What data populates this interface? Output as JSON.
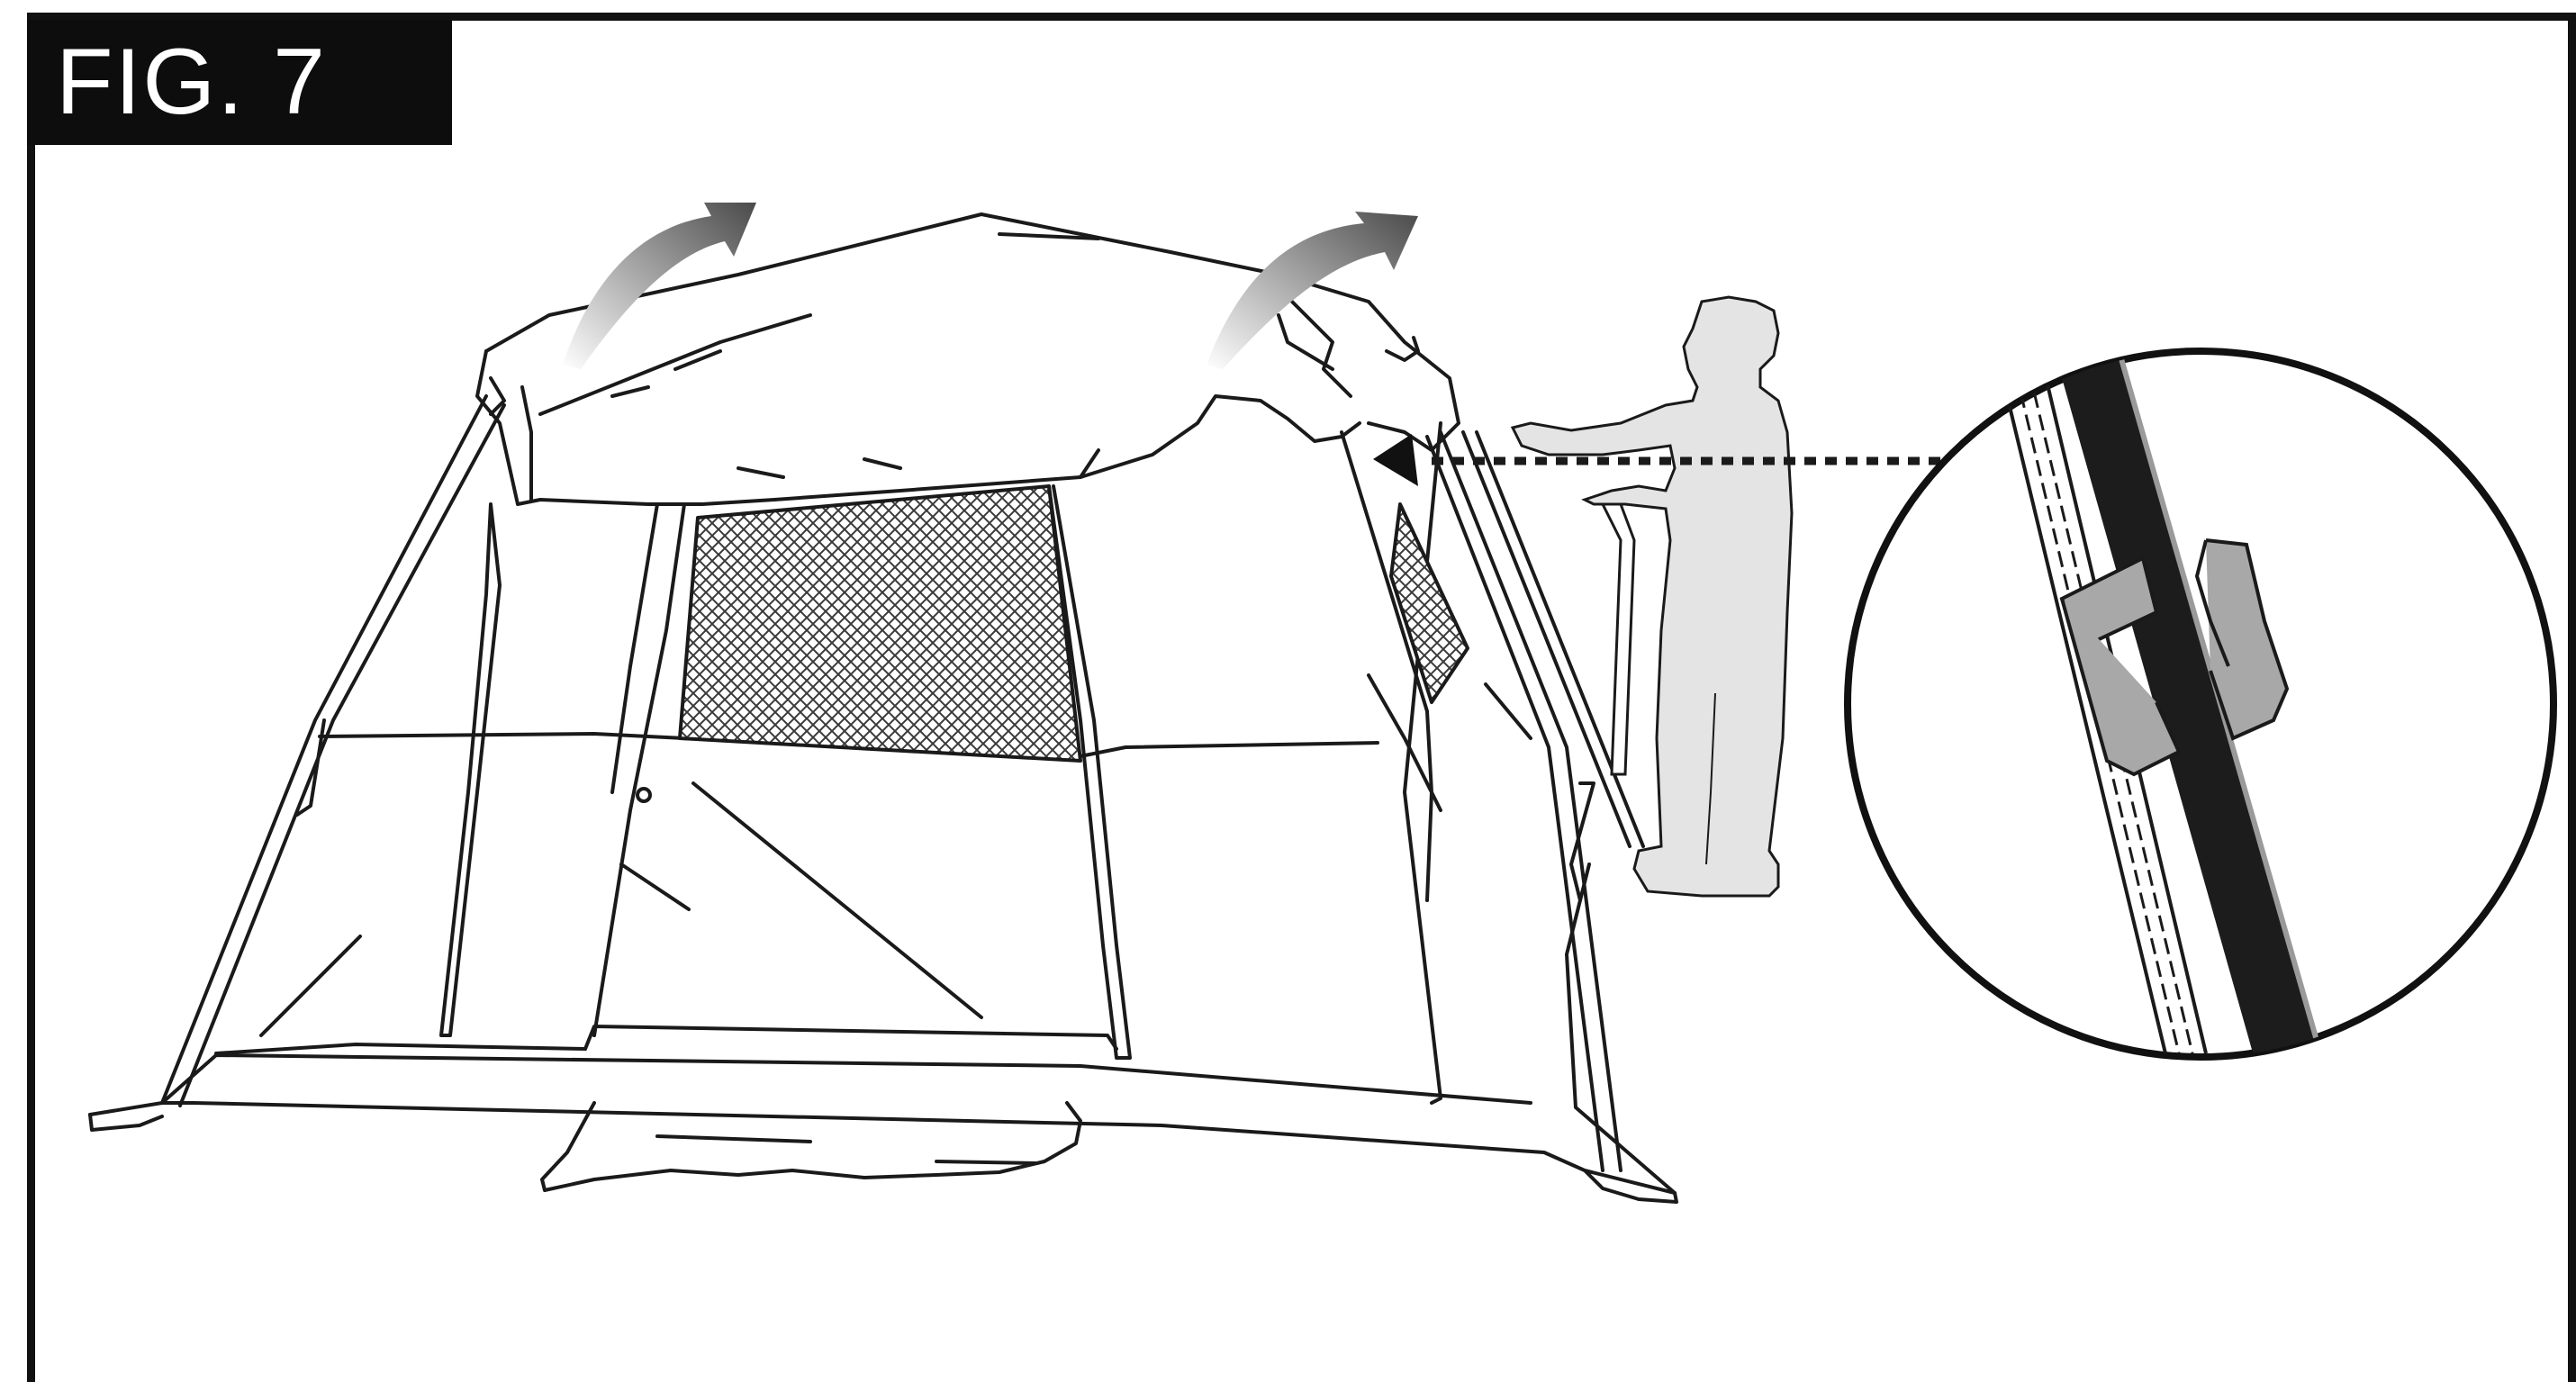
{
  "figure": {
    "label": "FIG. 7"
  },
  "colors": {
    "line": "#1a1a1a",
    "label_bg": "#0d0d0d",
    "label_text": "#ffffff",
    "person_fill": "#e4e4e4",
    "mesh": "#3a3a3a",
    "clip_fill": "#a8a8a8",
    "pole_fill": "#1c1c1c",
    "arrow_gradient_start": "#ffffff",
    "arrow_gradient_end": "#4a4a4a"
  },
  "icons": {
    "up_arrow_left": "curved-up-arrow",
    "up_arrow_right": "curved-up-arrow",
    "pointer": "triangle-pointer",
    "detail": "pole-clip-detail"
  }
}
